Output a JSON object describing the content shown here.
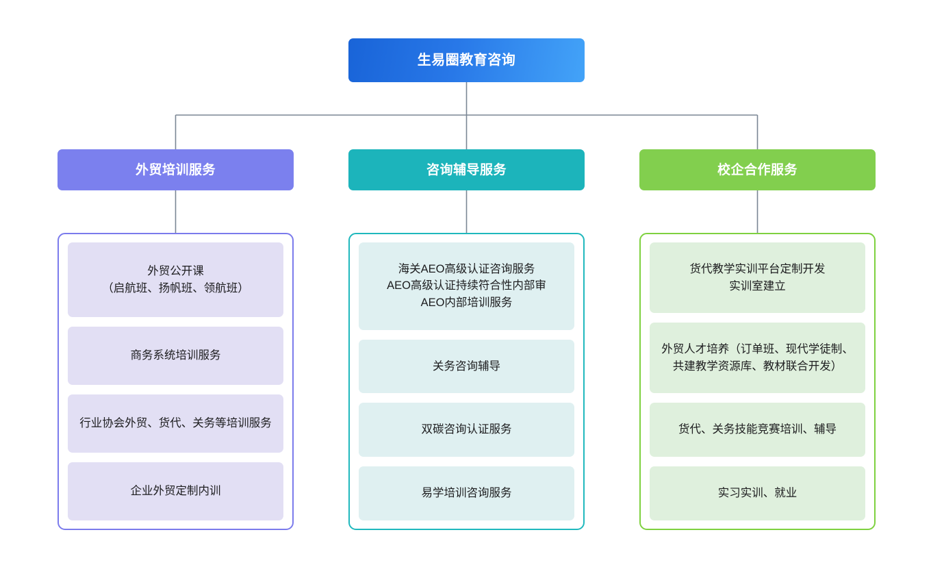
{
  "diagram": {
    "type": "organizational-tree",
    "background_color": "#ffffff",
    "connector_color": "#7a8694",
    "root": {
      "label": "生易圈教育咨询",
      "color_start": "#1964d8",
      "color_end": "#43a3f8"
    },
    "branches": [
      {
        "id": "training",
        "header_label": "外贸培训服务",
        "header_color": "#7b80ee",
        "border_color": "#7b7bec",
        "item_color": "#e2dff4",
        "items": [
          {
            "label": "外贸公开课\n（启航班、扬帆班、领航班）"
          },
          {
            "label": "商务系统培训服务"
          },
          {
            "label": "行业协会外贸、货代、关务等培训服务"
          },
          {
            "label": "企业外贸定制内训"
          }
        ]
      },
      {
        "id": "consulting",
        "header_label": "咨询辅导服务",
        "header_color": "#1cb4bb",
        "border_color": "#1fb8bd",
        "item_color": "#dff0f1",
        "items": [
          {
            "label": "海关AEO高级认证咨询服务\nAEO高级认证持续符合性内部审\nAEO内部培训服务"
          },
          {
            "label": "关务咨询辅导"
          },
          {
            "label": "双碳咨询认证服务"
          },
          {
            "label": "易学培训咨询服务"
          }
        ]
      },
      {
        "id": "school-enterprise",
        "header_label": "校企合作服务",
        "header_color": "#82cf4e",
        "border_color": "#7ed13f",
        "item_color": "#dff0dd",
        "items": [
          {
            "label": "货代教学实训平台定制开发\n实训室建立"
          },
          {
            "label": "外贸人才培养（订单班、现代学徒制、共建教学资源库、教材联合开发）"
          },
          {
            "label": "货代、关务技能竞赛培训、辅导"
          },
          {
            "label": "实习实训、就业"
          }
        ]
      }
    ]
  }
}
